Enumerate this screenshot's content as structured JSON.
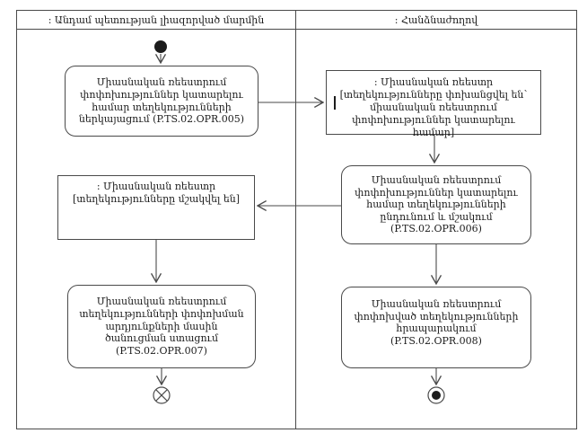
{
  "diagram": {
    "type": "uml-activity-swimlane-diagram",
    "colors": {
      "line": "#4a4a4a",
      "text": "#1c1c1c",
      "node_fill": "#ffffff",
      "background": "#ffffff"
    },
    "lanes": {
      "left": {
        "title": ": Անդամ պետության լիազորված մարմին"
      },
      "right": {
        "title": ": Հանձնաժողով"
      }
    },
    "nodes": {
      "initial": {
        "kind": "initial-node",
        "lane": "left"
      },
      "action_005": {
        "kind": "action",
        "lane": "left",
        "label": "Միասնական ռեեստրում փոփոխություններ կատարելու համար տեղեկությունների ներկայացում (P.TS.02.OPR.005)"
      },
      "object_transferred": {
        "kind": "object-node",
        "lane": "right",
        "label": ": Միասնական ռեեստր [տեղեկությունները փոխանցվել են՝ միասնական ռեեստրում փոփոխություններ կատարելու համար]"
      },
      "action_006": {
        "kind": "action",
        "lane": "right",
        "label": "Միասնական ռեեստրում փոփոխություններ կատարելու համար տեղեկությունների ընդունում և մշակում (P.TS.02.OPR.006)"
      },
      "object_processed": {
        "kind": "object-node",
        "lane": "left",
        "label": ": Միասնական ռեեստր [տեղեկությունները մշակվել են]"
      },
      "action_007": {
        "kind": "action",
        "lane": "left",
        "label": "Միասնական ռեեստրում տեղեկությունների փոփոխման արդյունքների մասին ծանուցման ստացում (P.TS.02.OPR.007)"
      },
      "action_008": {
        "kind": "action",
        "lane": "right",
        "label": "Միասնական ռեեստրում փոփոխված տեղեկությունների հրապարակում (P.TS.02.OPR.008)"
      },
      "flow_final": {
        "kind": "flow-final-node",
        "lane": "left"
      },
      "activity_final": {
        "kind": "activity-final-node",
        "lane": "right"
      }
    },
    "edges": [
      {
        "from": "initial",
        "to": "action_005"
      },
      {
        "from": "action_005",
        "to": "object_transferred"
      },
      {
        "from": "object_transferred",
        "to": "action_006"
      },
      {
        "from": "action_006",
        "to": "object_processed"
      },
      {
        "from": "object_processed",
        "to": "action_007"
      },
      {
        "from": "action_007",
        "to": "flow_final"
      },
      {
        "from": "action_006",
        "to": "action_008"
      },
      {
        "from": "action_008",
        "to": "activity_final"
      }
    ]
  }
}
